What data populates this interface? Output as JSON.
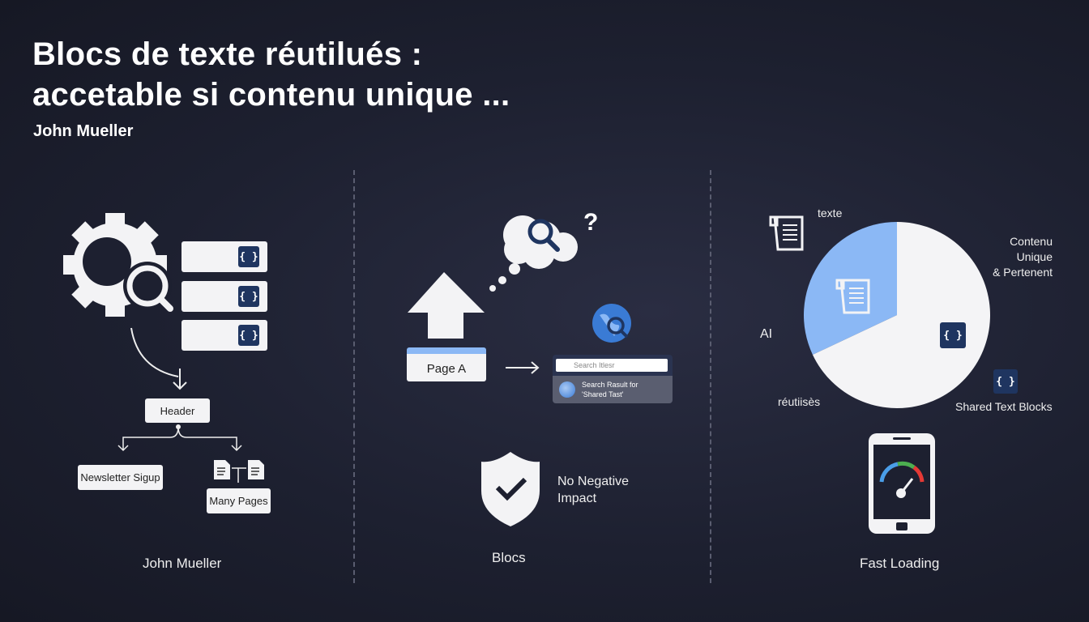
{
  "title_line1": "Blocs de texte réutilués :",
  "title_line2": "accetable si contenu unique ...",
  "author": "John Mueller",
  "panel1": {
    "header": "Header",
    "newsletter": "Newsletter Sigup",
    "many_pages": "Many Pages",
    "caption": "John Mueller",
    "brace": "{ }"
  },
  "panel2": {
    "question": "?",
    "page_a": "Page A",
    "search_placeholder": "Search Itlesr",
    "result_line1": "Search Rasult for",
    "result_line2": "'Shared Tast'",
    "no_negative": "No Negative",
    "impact": "Impact",
    "caption": "Blocs"
  },
  "panel3": {
    "texte": "texte",
    "contenu1": "Contenu Unique",
    "contenu2": "& Pertenent",
    "ai": "AI",
    "reutilises": "réutiisès",
    "shared": "Shared Text Blocks",
    "caption": "Fast Loading",
    "brace": "{ }",
    "pie": {
      "slices": [
        {
          "label": "texte",
          "percent": 32,
          "color": "#8bb8f5"
        },
        {
          "label": "Contenu Unique & Pertenent",
          "percent": 68,
          "color": "#f4f4f6"
        }
      ]
    }
  }
}
